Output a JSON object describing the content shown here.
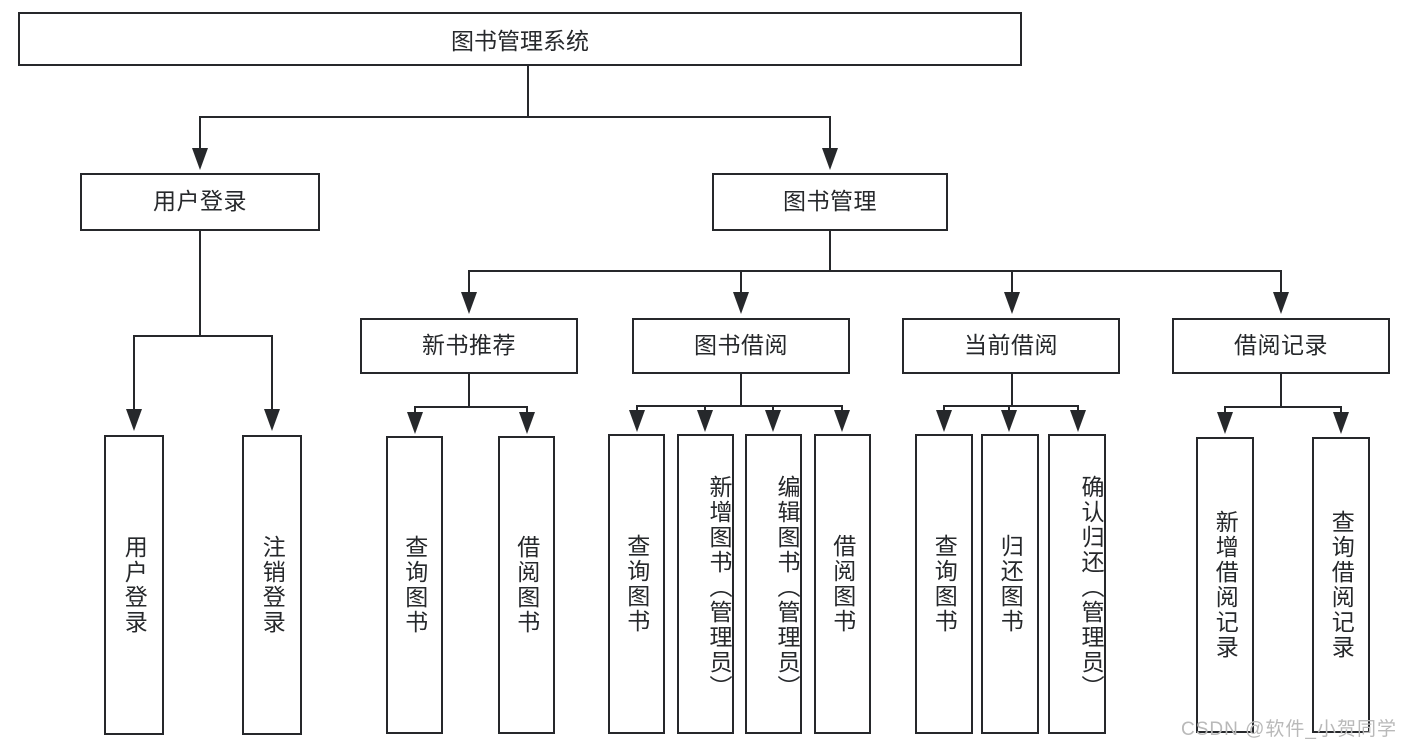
{
  "diagram": {
    "title": "图书管理系统",
    "type": "hierarchy-tree",
    "root": {
      "label": "图书管理系统"
    },
    "level2": [
      {
        "label": "用户登录"
      },
      {
        "label": "图书管理"
      }
    ],
    "level3": [
      {
        "label": "新书推荐"
      },
      {
        "label": "图书借阅"
      },
      {
        "label": "当前借阅"
      },
      {
        "label": "借阅记录"
      }
    ],
    "leaves": {
      "user_login": [
        {
          "label": "用户登录"
        },
        {
          "label": "注销登录"
        }
      ],
      "new_book_recommend": [
        {
          "label": "查询图书"
        },
        {
          "label": "借阅图书"
        }
      ],
      "book_borrow": [
        {
          "label": "查询图书"
        },
        {
          "label": "新增图书（管理员）"
        },
        {
          "label": "编辑图书（管理员）"
        },
        {
          "label": "借阅图书"
        }
      ],
      "current_borrow": [
        {
          "label": "查询图书"
        },
        {
          "label": "归还图书"
        },
        {
          "label": "确认归还（管理员）"
        }
      ],
      "borrow_record": [
        {
          "label": "新增借阅记录"
        },
        {
          "label": "查询借阅记录"
        }
      ]
    }
  },
  "watermark": {
    "text": "CSDN @软件_小贺同学"
  },
  "colors": {
    "stroke": "#26282b",
    "background": "#ffffff",
    "watermark": "#b9b9b9"
  }
}
